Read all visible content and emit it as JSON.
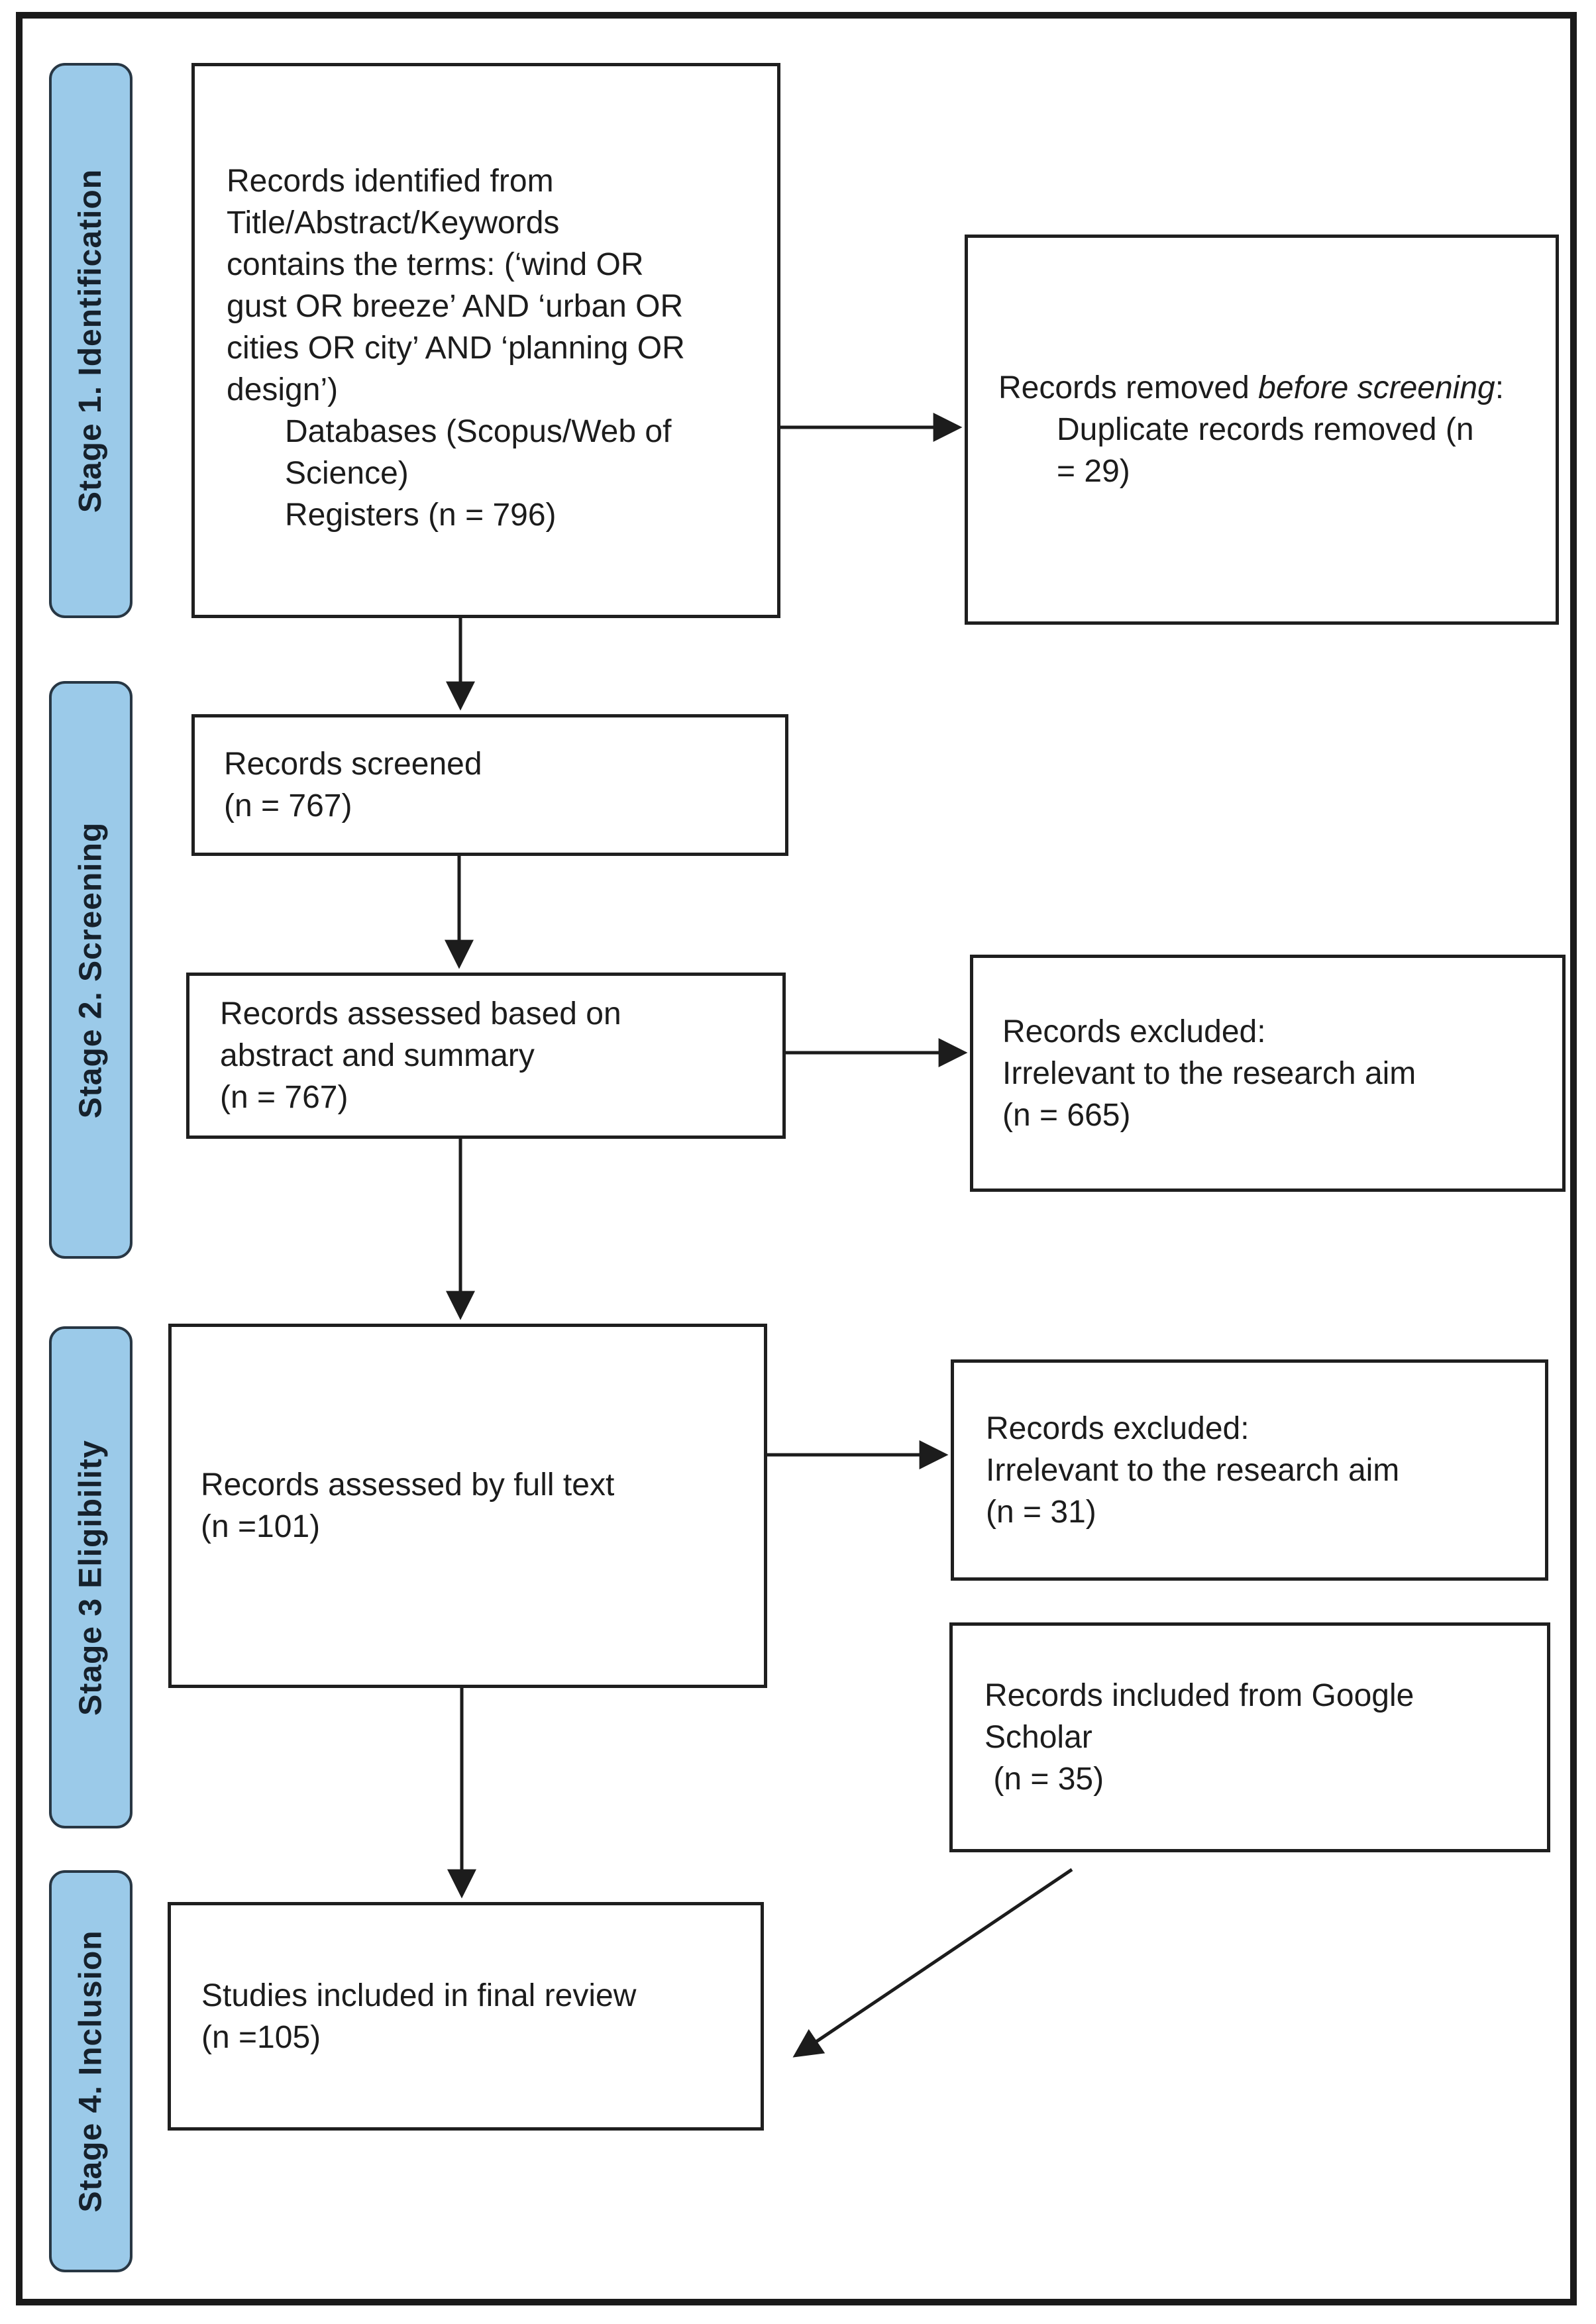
{
  "diagram": {
    "colors": {
      "stage_fill": "#9bcae9",
      "stage_border": "#283744",
      "box_border": "#1f1f1f",
      "arrow": "#1c1c1c",
      "text": "#1c1c1c"
    },
    "stages": [
      {
        "label": "Stage 1. Identification"
      },
      {
        "label": "Stage 2.  Screening"
      },
      {
        "label": "Stage 3 Eligibility"
      },
      {
        "label": "Stage 4. Inclusion"
      }
    ],
    "boxes": {
      "identified": {
        "lines": [
          "Records identified from",
          "Title/Abstract/Keywords",
          "contains the terms: (‘wind OR",
          "gust OR breeze’ AND ‘urban OR",
          "cities OR city’ AND ‘planning OR",
          "design’)",
          "Databases (Scopus/Web of",
          "Science)",
          "Registers (n = 796)"
        ]
      },
      "removed": {
        "prefix": "Records removed ",
        "emphasis": "before screening",
        "suffix": ":",
        "lines": [
          "Duplicate records removed (n",
          "= 29)"
        ]
      },
      "screened": {
        "lines": [
          "Records screened",
          "(n = 767)"
        ]
      },
      "abstract": {
        "lines": [
          "Records assessed based on",
          "abstract and summary",
          "(n = 767)"
        ]
      },
      "excluded_abstract": {
        "lines": [
          "Records excluded:",
          "Irrelevant to the research aim",
          "(n = 665)"
        ]
      },
      "fulltext": {
        "lines": [
          "Records assessed by full text",
          "(n =101)"
        ]
      },
      "excluded_fulltext": {
        "lines": [
          "Records excluded:",
          "Irrelevant to the research aim",
          "(n = 31)"
        ]
      },
      "google": {
        "lines": [
          "Records included from Google",
          "Scholar",
          " (n = 35)"
        ]
      },
      "final": {
        "lines": [
          "Studies included in final review",
          "(n =105)"
        ]
      }
    }
  }
}
